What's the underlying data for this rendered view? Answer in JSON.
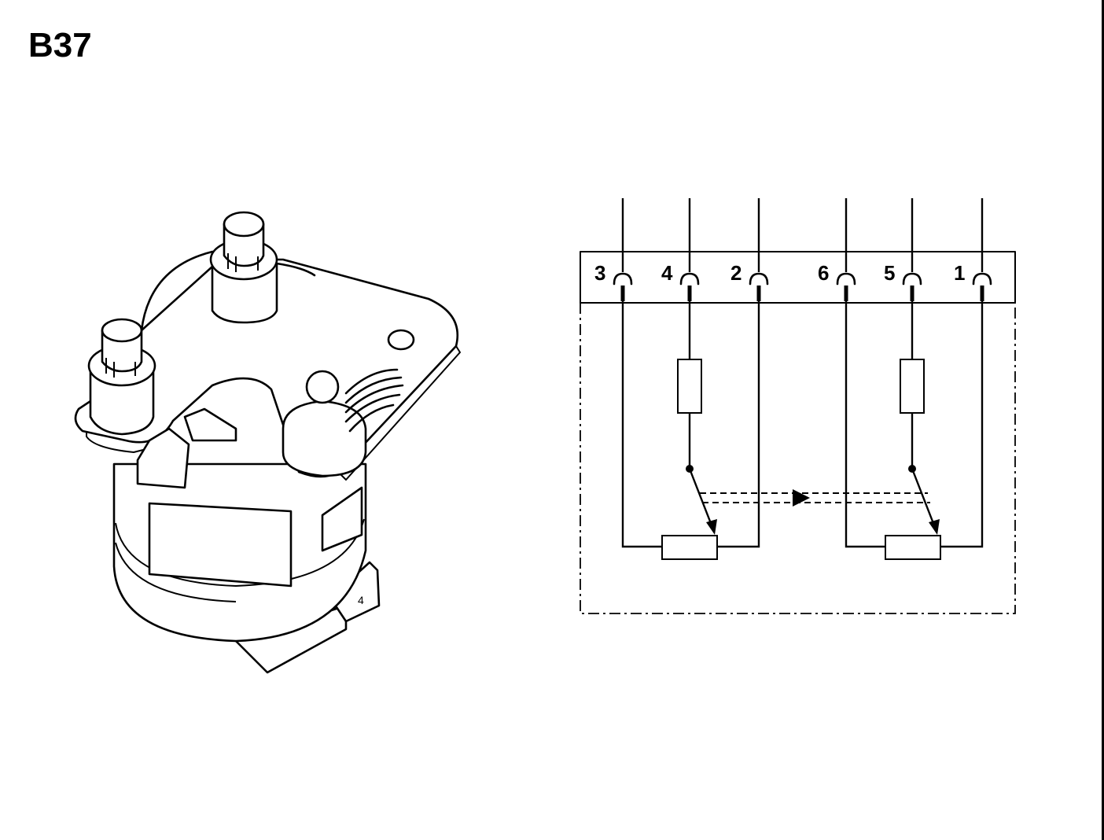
{
  "title": "B37",
  "component": {
    "side_marking": "4"
  },
  "schematic": {
    "pins": [
      {
        "label": "3"
      },
      {
        "label": "4"
      },
      {
        "label": "2"
      },
      {
        "label": "6"
      },
      {
        "label": "5"
      },
      {
        "label": "1"
      }
    ]
  },
  "colors": {
    "line": "#000000",
    "background": "#ffffff"
  }
}
